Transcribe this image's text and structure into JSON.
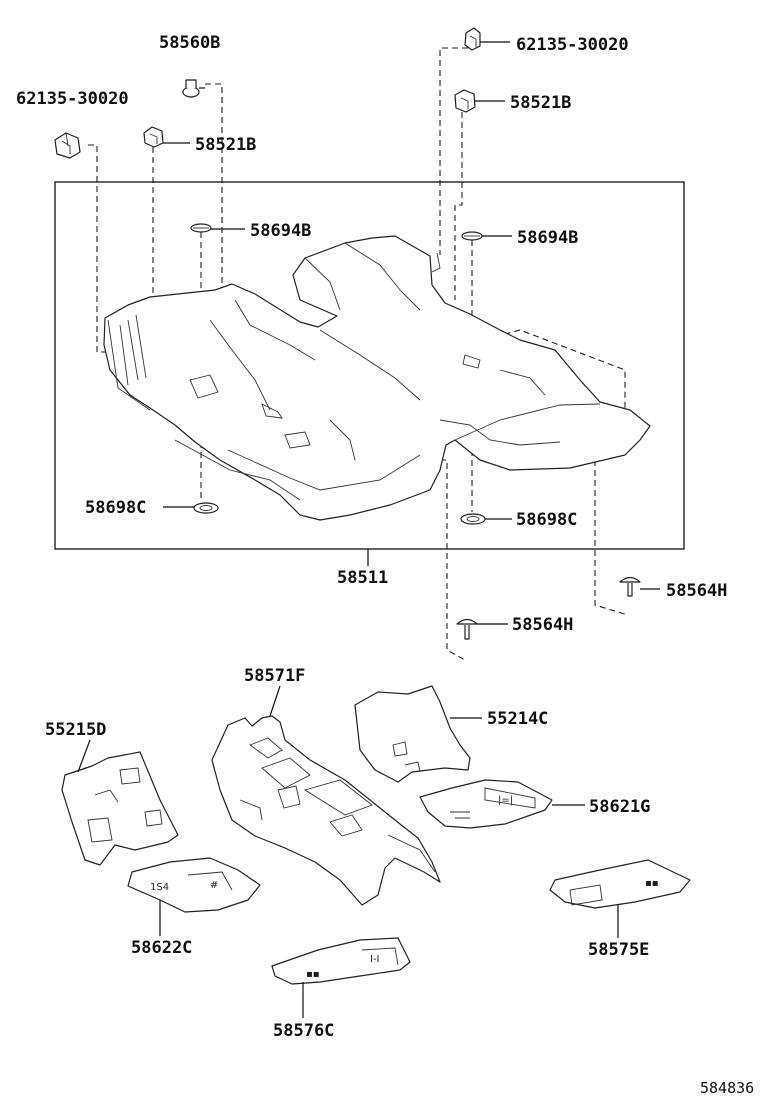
{
  "parts": {
    "p_62135_left": "62135-30020",
    "p_58560B": "58560B",
    "p_58521B_left": "58521B",
    "p_62135_right": "62135-30020",
    "p_58521B_right": "58521B",
    "p_58694B_left": "58694B",
    "p_58694B_right": "58694B",
    "p_58698C_left": "58698C",
    "p_58698C_right": "58698C",
    "p_58511": "58511",
    "p_58564H_right": "58564H",
    "p_58564H_center": "58564H",
    "p_58571F": "58571F",
    "p_55214C": "55214C",
    "p_55215D": "55215D",
    "p_58621G": "58621G",
    "p_58622C": "58622C",
    "p_58575E": "58575E",
    "p_58576C": "58576C"
  },
  "diagram_id": "584836"
}
